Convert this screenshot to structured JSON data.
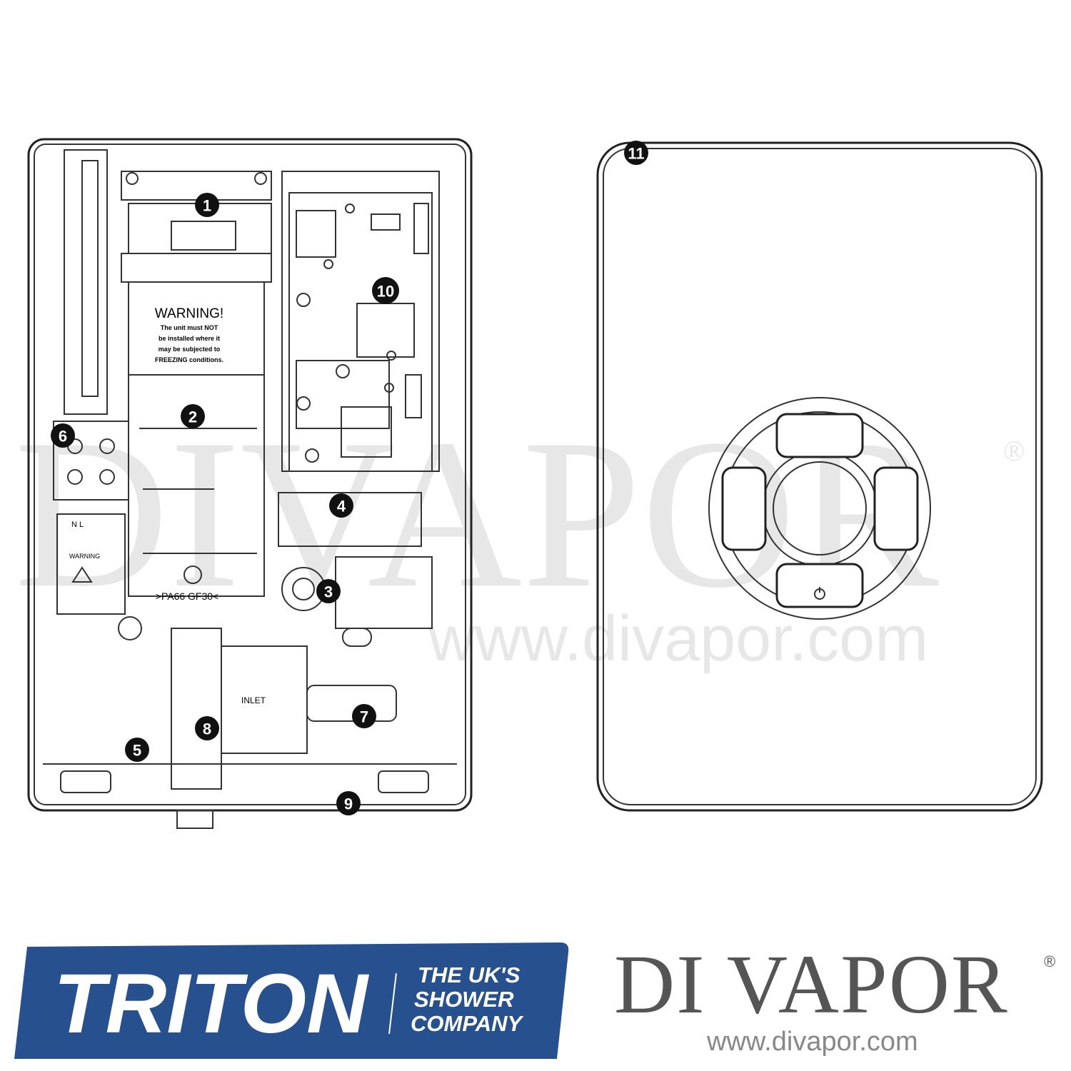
{
  "diagram": {
    "callouts": [
      "1",
      "2",
      "3",
      "4",
      "5",
      "6",
      "7",
      "8",
      "9",
      "10",
      "11"
    ],
    "labels": {
      "warning_title": "WARNING!",
      "warning_lines": [
        "The unit must NOT",
        "be installed where it",
        "may be subjected to",
        "FREEZING conditions."
      ],
      "terminal_warning": "WARNING",
      "terminal_nl": "N    L",
      "material": ">PA66 GF30<",
      "inlet": "INLET"
    }
  },
  "watermark": {
    "text": "DIVAPOR",
    "reg": "®",
    "url": "www.divapor.com"
  },
  "branding": {
    "triton": {
      "name": "TRITON",
      "tagline_1": "THE UK'S",
      "tagline_2": "SHOWER",
      "tagline_3": "COMPANY",
      "color": "#27508f"
    },
    "divapor": {
      "name": "DI VAPOR",
      "reg": "®",
      "url": "www.divapor.com"
    }
  }
}
